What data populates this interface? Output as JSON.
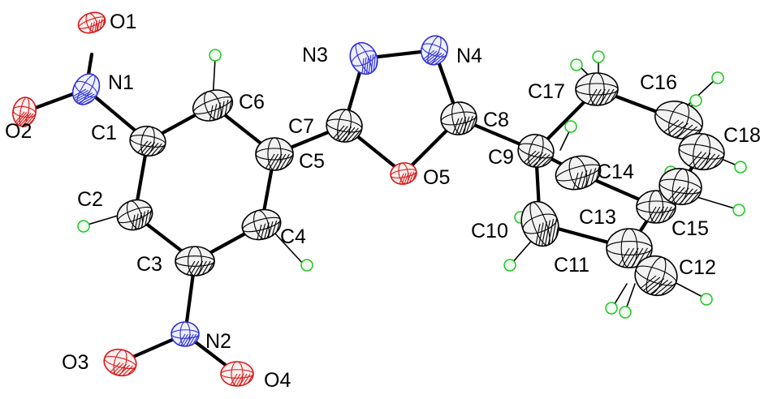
{
  "colors": {
    "carbon": "#000000",
    "nitrogen": "#3030d8",
    "oxygen": "#d81818",
    "hydrogen": "#22c422",
    "fill_carbon": "#f2f2f2",
    "fill_nitrogen": "#eef0ff",
    "fill_oxygen": "#fff0f0",
    "fill_hydrogen": "#f0fff0",
    "background": "#ffffff"
  },
  "labels": {
    "O1": "O1",
    "O2": "O2",
    "O3": "O3",
    "O4": "O4",
    "O5": "O5",
    "N1": "N1",
    "N2": "N2",
    "N3": "N3",
    "N4": "N4",
    "C1": "C1",
    "C2": "C2",
    "C3": "C3",
    "C4": "C4",
    "C5": "C5",
    "C6": "C6",
    "C7": "C7",
    "C8": "C8",
    "C9": "C9",
    "C10": "C10",
    "C11": "C11",
    "C12": "C12",
    "C13": "C13",
    "C14": "C14",
    "C15": "C15",
    "C16": "C16",
    "C17": "C17",
    "C18": "C18"
  },
  "atoms": [
    {
      "id": "O1",
      "element": "O"
    },
    {
      "id": "O2",
      "element": "O"
    },
    {
      "id": "O3",
      "element": "O"
    },
    {
      "id": "O4",
      "element": "O"
    },
    {
      "id": "O5",
      "element": "O"
    },
    {
      "id": "N1",
      "element": "N"
    },
    {
      "id": "N2",
      "element": "N"
    },
    {
      "id": "N3",
      "element": "N"
    },
    {
      "id": "N4",
      "element": "N"
    },
    {
      "id": "C1",
      "element": "C"
    },
    {
      "id": "C2",
      "element": "C"
    },
    {
      "id": "C3",
      "element": "C"
    },
    {
      "id": "C4",
      "element": "C"
    },
    {
      "id": "C5",
      "element": "C"
    },
    {
      "id": "C6",
      "element": "C"
    },
    {
      "id": "C7",
      "element": "C"
    },
    {
      "id": "C8",
      "element": "C"
    },
    {
      "id": "C9",
      "element": "C"
    },
    {
      "id": "C10",
      "element": "C"
    },
    {
      "id": "C11",
      "element": "C"
    },
    {
      "id": "C12",
      "element": "C"
    },
    {
      "id": "C13",
      "element": "C"
    },
    {
      "id": "C14",
      "element": "C"
    },
    {
      "id": "C15",
      "element": "C"
    },
    {
      "id": "C16",
      "element": "C"
    },
    {
      "id": "C17",
      "element": "C"
    },
    {
      "id": "C18",
      "element": "C"
    }
  ],
  "bonds": [
    [
      "N1",
      "O1"
    ],
    [
      "N1",
      "O2"
    ],
    [
      "N1",
      "C1"
    ],
    [
      "C1",
      "C6"
    ],
    [
      "C1",
      "C2"
    ],
    [
      "C2",
      "C3"
    ],
    [
      "C3",
      "C4"
    ],
    [
      "C4",
      "C5"
    ],
    [
      "C5",
      "C6"
    ],
    [
      "C3",
      "N2"
    ],
    [
      "N2",
      "O3"
    ],
    [
      "N2",
      "O4"
    ],
    [
      "C5",
      "C7"
    ],
    [
      "C7",
      "N3"
    ],
    [
      "N3",
      "N4"
    ],
    [
      "N4",
      "C8"
    ],
    [
      "C8",
      "O5"
    ],
    [
      "O5",
      "C7"
    ],
    [
      "C8",
      "C9"
    ],
    [
      "C9",
      "C10"
    ],
    [
      "C9",
      "C14"
    ],
    [
      "C9",
      "C17"
    ],
    [
      "C10",
      "C11"
    ],
    [
      "C11",
      "C12"
    ],
    [
      "C11",
      "C13"
    ],
    [
      "C13",
      "C14"
    ],
    [
      "C13",
      "C15"
    ],
    [
      "C15",
      "C18"
    ],
    [
      "C18",
      "C16"
    ],
    [
      "C16",
      "C17"
    ],
    [
      "C12",
      "C15"
    ]
  ]
}
